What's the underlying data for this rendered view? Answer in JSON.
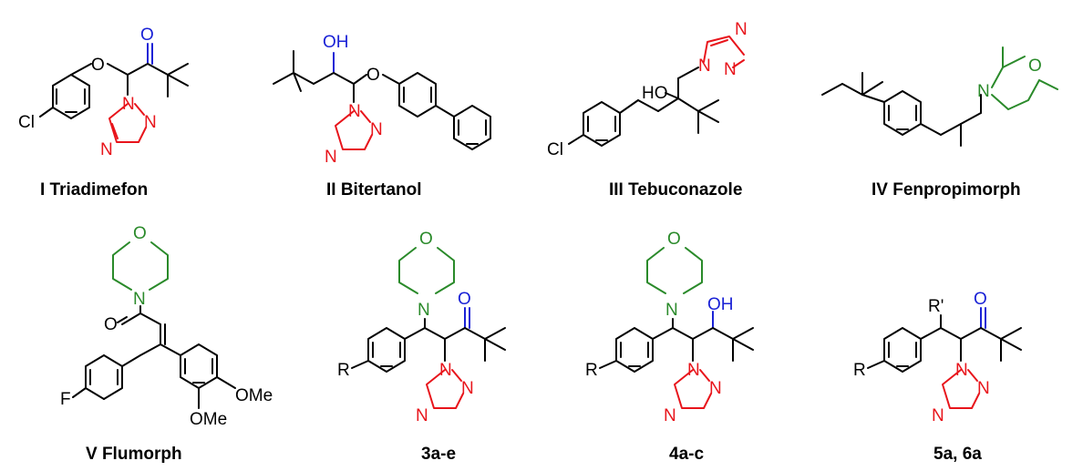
{
  "colors": {
    "triazole": "#e8141b",
    "morpholine": "#2a8a2a",
    "carbonyl": "#1a22d6",
    "skeleton": "#000000"
  },
  "atoms": {
    "N": "N",
    "O": "O",
    "OH": "OH",
    "HO": "HO",
    "Cl": "Cl",
    "F": "F",
    "R": "R",
    "R_prime": "R'",
    "OMe": "OMe"
  },
  "captions": {
    "c1": "I Triadimefon",
    "c2": "II Bitertanol",
    "c3": "III Tebuconazole",
    "c4": "IV Fenpropimorph",
    "c5": "V Flumorph",
    "c6": "3a-e",
    "c7": "4a-c",
    "c8": "5a, 6a"
  }
}
